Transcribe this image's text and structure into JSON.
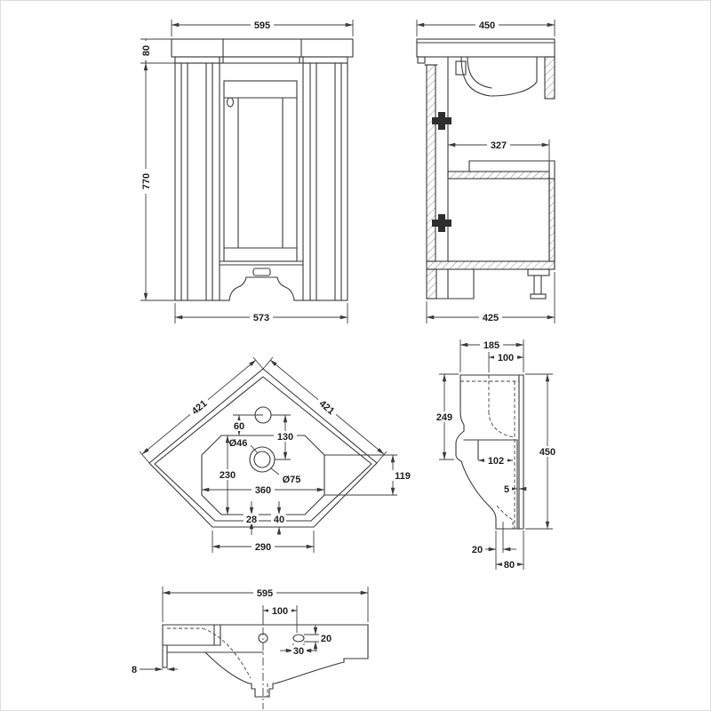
{
  "colors": {
    "background": "#ffffff",
    "line": "#3a3a3a",
    "text": "#1f1f1f",
    "frame": "#dddddd"
  },
  "views": {
    "cabinet_front": {
      "dims": {
        "width_top": "595",
        "counter_height": "80",
        "body_height": "770",
        "width_bottom": "573"
      }
    },
    "cabinet_side": {
      "dims": {
        "depth_top": "450",
        "shelf_depth": "327",
        "depth_bottom": "425"
      }
    },
    "basin_plan": {
      "dims": {
        "edge_left": "421",
        "edge_right": "421",
        "tap_offset": "60",
        "tap_to_waste": "130",
        "waste_inner_dia": "Ø46",
        "waste_outer_dia": "Ø75",
        "bowl_depth": "230",
        "bowl_width": "360",
        "gap_inner": "28",
        "gap_outer": "40",
        "front_width": "290",
        "corner_edge": "119"
      }
    },
    "basin_side": {
      "dims": {
        "depth_total": "185",
        "ledge_depth": "100",
        "front_height": "249",
        "height_total": "450",
        "inner_width": "102",
        "back_gap": "5",
        "outlet_inset": "20",
        "base_depth": "80"
      }
    },
    "basin_front": {
      "dims": {
        "width": "595",
        "tap_offset": "100",
        "taphole_height": "20",
        "taphole_width": "30",
        "rim_lip": "8"
      }
    }
  }
}
